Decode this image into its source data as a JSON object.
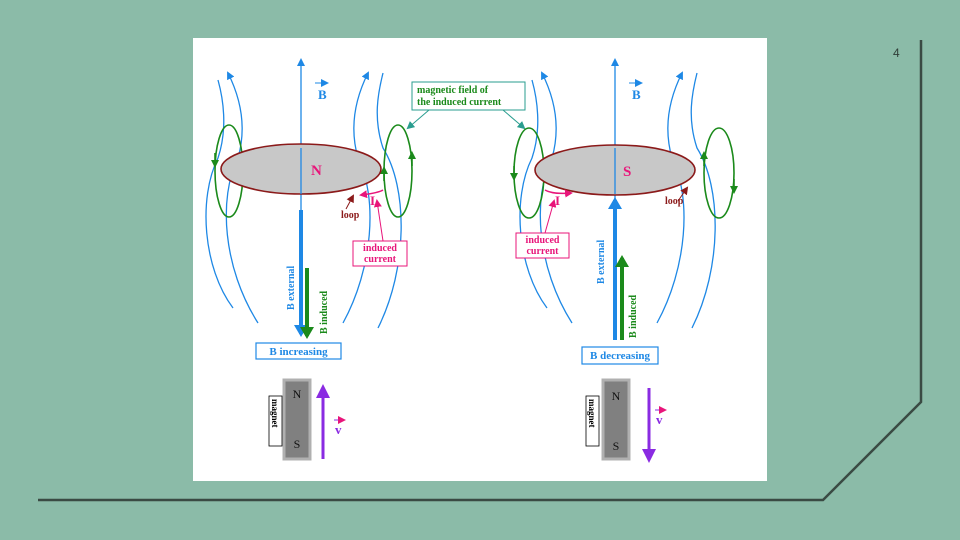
{
  "slide": {
    "number": "4"
  },
  "colors": {
    "background": "#8bbba8",
    "frame_line": "#3a4a43",
    "field_line": "#1e88e5",
    "induced_field": "#1b8a1b",
    "current": "#e8157a",
    "pole_label": "#e8157a",
    "loop_fill": "#c8c8c8",
    "loop_edge": "#8b1a1a",
    "velocity": "#8a2be2",
    "magnet": "#808080"
  },
  "callout": {
    "line1": "magnetic field of",
    "line2": "the induced current"
  },
  "left": {
    "b_label": "B",
    "pole": "N",
    "loop_label": "loop",
    "current_label": "I",
    "induced_current_line1": "induced",
    "induced_current_line2": "current",
    "b_external": "B external",
    "b_induced": "B induced",
    "state": "B increasing",
    "magnet_label": "magnet",
    "magnet_top": "N",
    "magnet_bottom": "S",
    "velocity_label": "v"
  },
  "right": {
    "b_label": "B",
    "pole": "S",
    "loop_label": "loop",
    "current_label": "I",
    "induced_current_line1": "induced",
    "induced_current_line2": "current",
    "b_external": "B external",
    "b_induced": "B induced",
    "state": "B decreasing",
    "magnet_label": "magnet",
    "magnet_top": "N",
    "magnet_bottom": "S",
    "velocity_label": "v"
  }
}
